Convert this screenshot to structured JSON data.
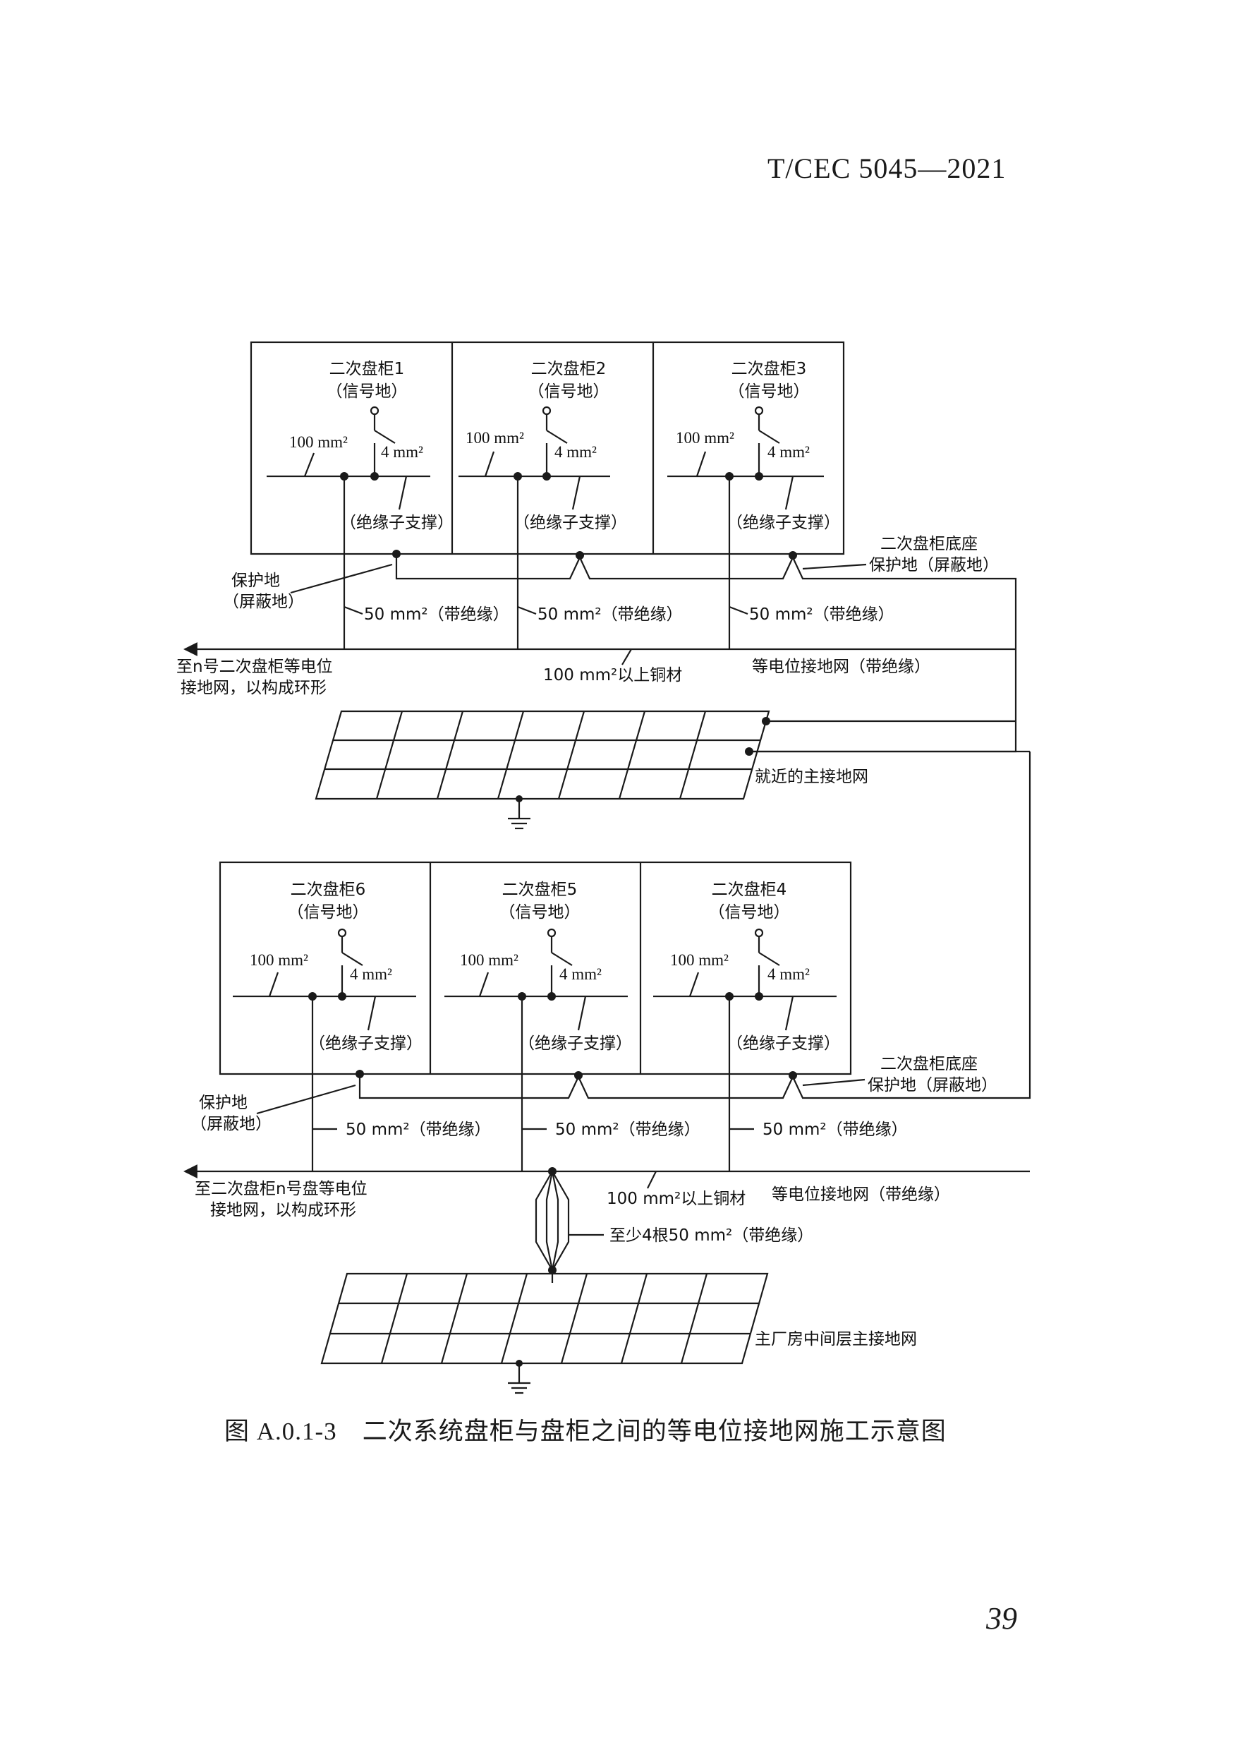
{
  "header": {
    "standard_code": "T/CEC 5045—2021"
  },
  "footer": {
    "page_number": "39"
  },
  "figure": {
    "caption_number": "图 A.0.1-3",
    "caption_title": "二次系统盘柜与盘柜之间的等电位接地网施工示意图"
  },
  "cabinet_subtitle": "（信号地）",
  "cabinets_top": [
    "二次盘柜1",
    "二次盘柜2",
    "二次盘柜3"
  ],
  "cabinets_bottom": [
    "二次盘柜6",
    "二次盘柜5",
    "二次盘柜4"
  ],
  "labels": {
    "bus_100": "100 mm²",
    "wire_4": "4 mm²",
    "insulator": "（绝缘子支撑）",
    "base_ground_1": "二次盘柜底座",
    "base_ground_2": "保护地（屏蔽地）",
    "protect_1": "保护地",
    "protect_2": "（屏蔽地）",
    "link_50": "50 mm²（带绝缘）",
    "copper": "100 mm²以上铜材",
    "equipotential": "等电位接地网（带绝缘）",
    "to_n_top_1": "至n号二次盘柜等电位",
    "to_n_top_2": "接地网，以构成环形",
    "to_n_bottom_1": "至二次盘柜n号盘等电位",
    "to_n_bottom_2": "接地网，以构成环形",
    "main_grid_near": "就近的主接地网",
    "four_cables": "至少4根50 mm²（带绝缘）",
    "main_grid_mid": "主厂房中间层主接地网"
  }
}
